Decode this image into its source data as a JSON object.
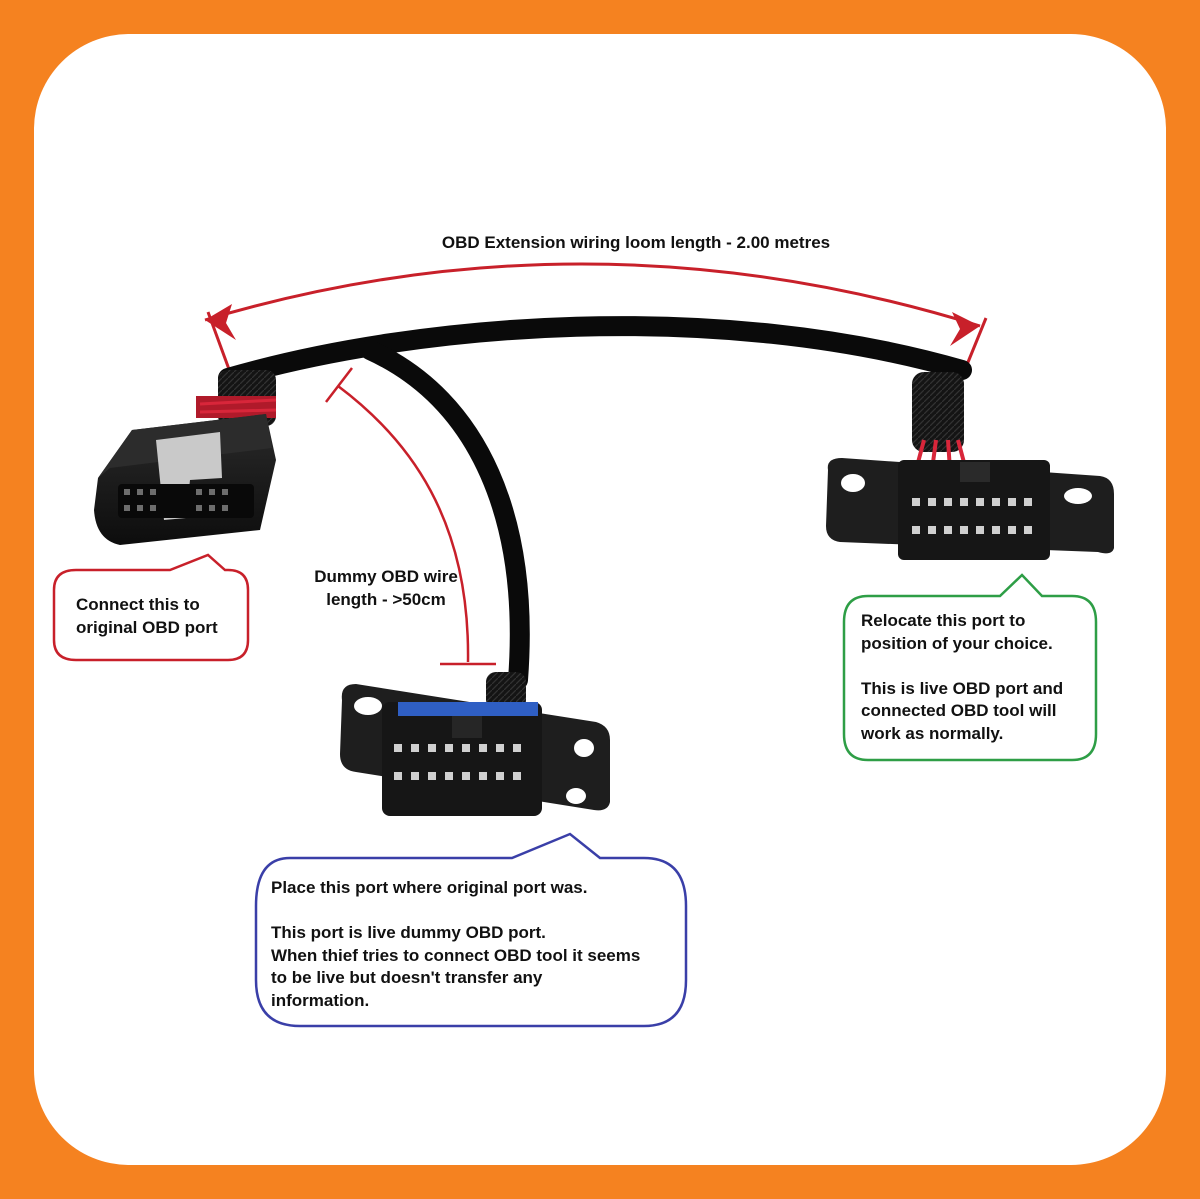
{
  "colors": {
    "frame": "#f58220",
    "loom_arrow": "#c8202a",
    "dummy_bracket": "#c8202a",
    "callout_red": "#c8202a",
    "callout_green": "#2e9e46",
    "callout_blue": "#3a3fa8",
    "cable": "#0a0a0a",
    "wire": "#d8263a",
    "connector_body": "#1c1c1c",
    "latch_blue": "#2f5fc4"
  },
  "labels": {
    "loom_length": "OBD Extension wiring loom length - 2.00 metres",
    "dummy_wire": "Dummy OBD wire\nlength - >50cm",
    "callout_original": "Connect this to\noriginal OBD port",
    "callout_relocate": "Relocate this port to\nposition of your choice.\n\nThis is live OBD port and\nconnected OBD tool will\nwork as normally.",
    "callout_dummy": "Place this port where original port was.\n\nThis port is live dummy OBD port.\nWhen thief tries to connect OBD tool it seems\nto be live but doesn't transfer any\ninformation."
  },
  "components": {
    "male_plug": "male-obd-plug",
    "female_live": "female-obd-socket-live",
    "female_dummy": "female-obd-socket-dummy"
  }
}
